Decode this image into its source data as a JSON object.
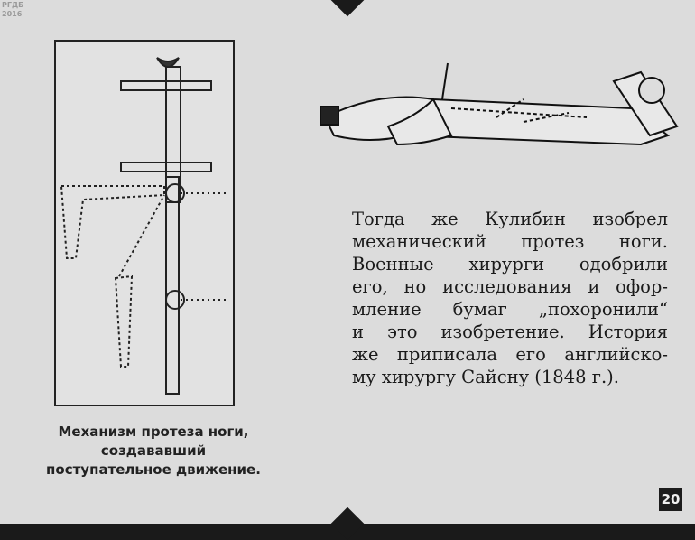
{
  "watermark": {
    "line1": "РГДБ",
    "line2": "2016"
  },
  "caption": {
    "lines": [
      "Механизм протеза ноги,",
      "создававший",
      "поступательное движение."
    ]
  },
  "body_text": {
    "lines": [
      "Тогда же Кулибин изобрел",
      "механический протез ноги.",
      "Военные хирурги одобрили",
      "его, но исследования и офор-",
      "мление бумаг „похоронили“",
      "и это изобретение. История",
      "же приписала его английско-",
      "му хирургу Сайсну (1848 г.)."
    ]
  },
  "page_number": "20"
}
